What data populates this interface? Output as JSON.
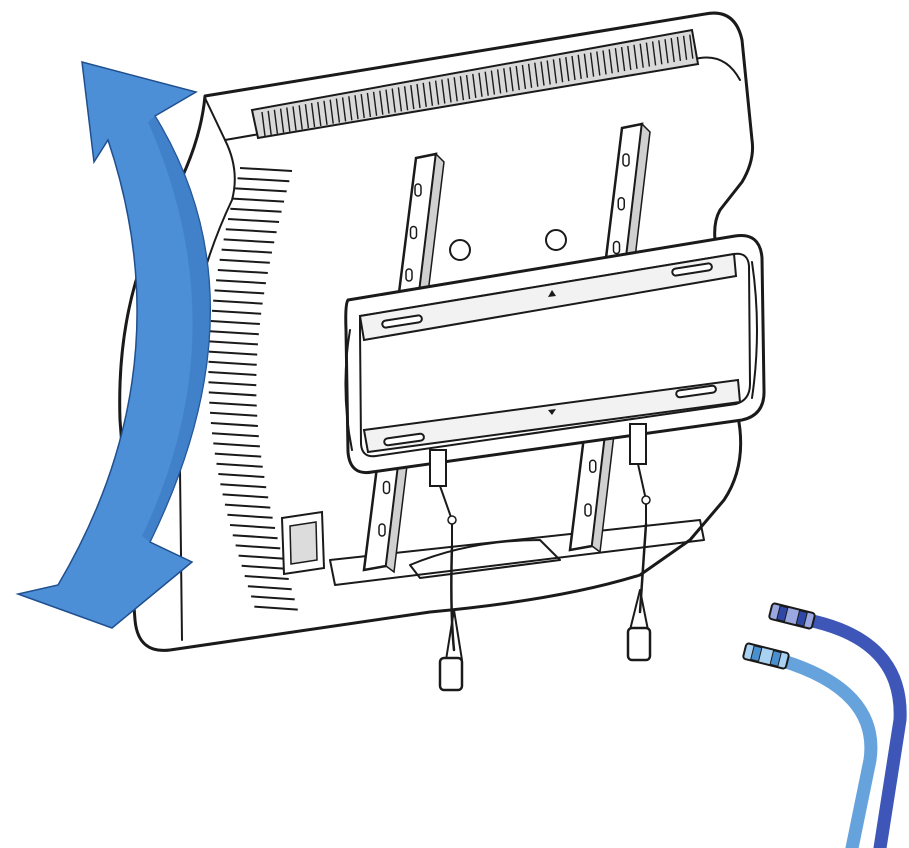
{
  "illustration": {
    "subject": "tv-tilt-wall-mount-installation",
    "parts": [
      "tv-back-panel",
      "mounting-rail-left",
      "mounting-rail-right",
      "wall-plate",
      "safety-lanyard-left",
      "safety-lanyard-right",
      "rotation-arrow",
      "coaxial-cables"
    ]
  },
  "colors": {
    "background": "#ffffff",
    "ink": "#1a1a1a",
    "tv_body": "#f7f7f7",
    "plate_fill": "#ffffff",
    "arrow_fill": "#4d8fd6",
    "arrow_shade": "#3b78c0",
    "cable_dark": "#3d56b8",
    "cable_light": "#66a2dc"
  },
  "icons": {
    "rotation": "tilt-arrow-icon",
    "up_marker": "up-arrow-icon",
    "down_marker": "down-arrow-icon"
  }
}
